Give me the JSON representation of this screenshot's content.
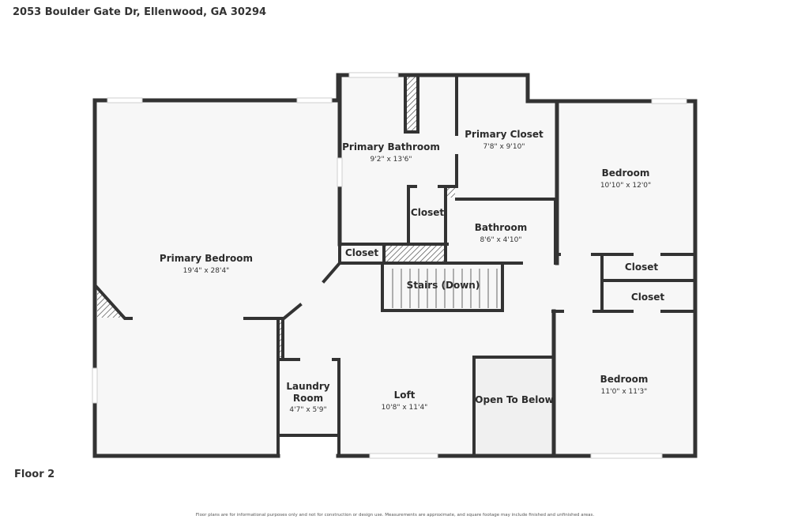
{
  "header": {
    "address": "2053 Boulder Gate Dr, Ellenwood, GA 30294"
  },
  "footer": {
    "floor": "Floor 2",
    "disclaimer": "Floor plans are for informational purposes only and not for construction or design use. Measurements are approximate, and square footage may include finished and unfinished areas."
  },
  "rooms": {
    "primary_bedroom": {
      "name": "Primary Bedroom",
      "dims": "19'4\" x 28'4\""
    },
    "primary_bathroom": {
      "name": "Primary Bathroom",
      "dims": "9'2\" x 13'6\""
    },
    "primary_closet": {
      "name": "Primary Closet",
      "dims": "7'8\" x 9'10\""
    },
    "bedroom_top": {
      "name": "Bedroom",
      "dims": "10'10\" x 12'0\""
    },
    "closet_bath": {
      "name": "Closet"
    },
    "bathroom": {
      "name": "Bathroom",
      "dims": "8'6\" x 4'10\""
    },
    "closet_hall": {
      "name": "Closet"
    },
    "stairs": {
      "name": "Stairs (Down)"
    },
    "closet_right_1": {
      "name": "Closet"
    },
    "closet_right_2": {
      "name": "Closet"
    },
    "laundry": {
      "name_line1": "Laundry",
      "name_line2": "Room",
      "dims": "4'7\" x 5'9\""
    },
    "loft": {
      "name": "Loft",
      "dims": "10'8\" x 11'4\""
    },
    "open_below": {
      "name": "Open To Below"
    },
    "bedroom_bottom": {
      "name": "Bedroom",
      "dims": "11'0\" x 11'3\""
    }
  },
  "colors": {
    "wall": "#333333",
    "floor": "#f7f7f7",
    "open_below": "#f0f0f0"
  }
}
